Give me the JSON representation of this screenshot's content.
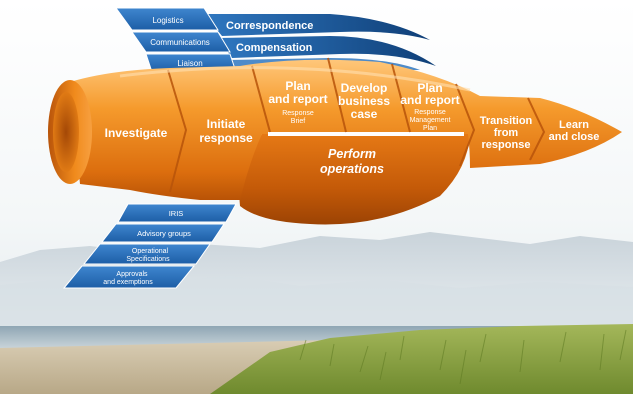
{
  "top_panels": {
    "blue_boxes": [
      "Logistics",
      "Communications",
      "Liaison"
    ],
    "ribbons": [
      "Correspondence",
      "Compensation"
    ]
  },
  "bottom_panels": {
    "boxes": [
      "IRIS",
      "Advisory groups",
      "Operational",
      "Specifications",
      "Approvals",
      "and exemptions"
    ]
  },
  "stages": {
    "investigate": "Investigate",
    "initiate": [
      "Initiate",
      "response"
    ],
    "plan_report_1": [
      "Plan",
      "and report"
    ],
    "response_brief": [
      "Response",
      "Brief"
    ],
    "develop": [
      "Develop",
      "business",
      "case"
    ],
    "plan_report_2": [
      "Plan",
      "and report"
    ],
    "response_mgmt": [
      "Response",
      "Management",
      "Plan"
    ],
    "transition": [
      "Transition",
      "from",
      "response"
    ],
    "learn": [
      "Learn",
      "and close"
    ],
    "perform": [
      "Perform",
      "operations"
    ]
  },
  "colors": {
    "orange": "#f08a1c",
    "orange_dark": "#c85f08",
    "orange_light": "#ffb45a",
    "blue": "#2a6fb8",
    "blue_dark": "#184e8c",
    "grass": "#8aa043",
    "sea": "#8fa6b4"
  }
}
